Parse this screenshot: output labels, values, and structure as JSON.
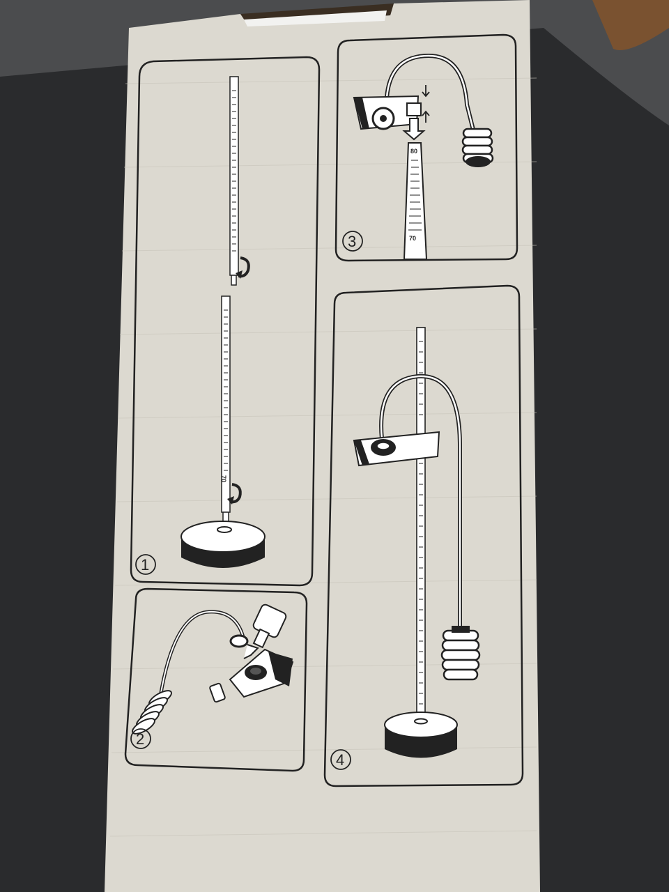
{
  "steps": [
    {
      "number": "1"
    },
    {
      "number": "2"
    },
    {
      "number": "3"
    },
    {
      "number": "4"
    }
  ],
  "scale_labels": {
    "panel3_top": "80",
    "panel3_bottom": "70",
    "panel1_lower": "70"
  },
  "colors": {
    "cardboard": "#d9d6cd",
    "line": "#222222",
    "background": "#2a2b2d"
  }
}
